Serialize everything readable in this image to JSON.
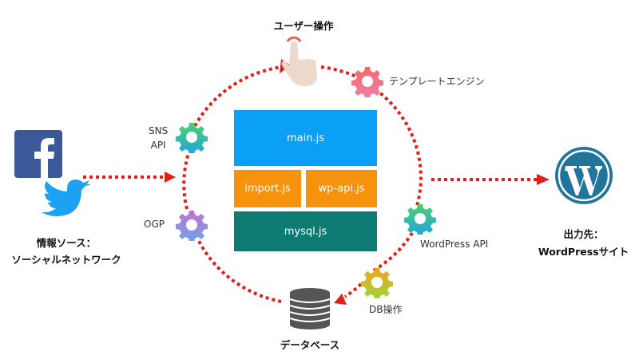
{
  "title_top": "ユーザー操作",
  "source": {
    "label_line1": "情報ソース：",
    "label_line2": "ソーシャルネットワーク",
    "icons": [
      "facebook-icon",
      "twitter-icon"
    ]
  },
  "output": {
    "label_line1": "出力先：",
    "label_line2": "WordPressサイト",
    "icon": "wordpress-icon"
  },
  "database": {
    "label": "データベース",
    "icon": "database-icon"
  },
  "gears": [
    {
      "id": "template-engine",
      "label": "テンプレートエンジン",
      "colors": [
        "#f06a6a",
        "#ef7fa8"
      ]
    },
    {
      "id": "sns-api",
      "label_line1": "SNS",
      "label_line2": "API",
      "colors": [
        "#4cd26a",
        "#1fa3e8"
      ]
    },
    {
      "id": "ogp",
      "label": "OGP",
      "colors": [
        "#c56fd0",
        "#6aa6ea"
      ]
    },
    {
      "id": "wordpress-api",
      "label": "WordPress API",
      "colors": [
        "#4cd26a",
        "#1fa3e8"
      ]
    },
    {
      "id": "db-operation",
      "label": "DB操作",
      "colors": [
        "#f0a31e",
        "#9ad83a"
      ]
    }
  ],
  "modules": {
    "main": {
      "label": "main.js",
      "color": "#0aa0f5"
    },
    "import": {
      "label": "import.js",
      "color": "#f7920d"
    },
    "wpapi": {
      "label": "wp-api.js",
      "color": "#f7920d"
    },
    "mysql": {
      "label": "mysql.js",
      "color": "#0e7b72"
    }
  },
  "colors": {
    "flow_line": "#e0201a",
    "facebook": "#3b5998",
    "twitter": "#1da1f2",
    "wordpress": "#21759b",
    "database": "#555555",
    "hand": "#ecd9cc",
    "hand_ring": "#f05b4e"
  }
}
